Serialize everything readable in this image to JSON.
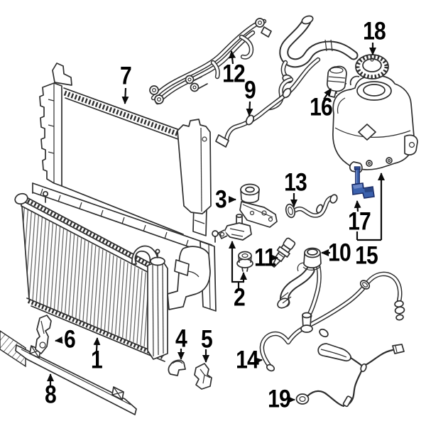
{
  "diagram": {
    "type": "exploded-parts-diagram",
    "subject": "Engine cooling system: radiator, coolant reservoir, hoses and sensors",
    "background_color": "#ffffff",
    "line_color": "#2e2e2e",
    "label_color": "#000000",
    "highlighted_part_color": "#3b61ad",
    "callouts": [
      {
        "num": "1",
        "part": "radiator-core",
        "arrow": "up"
      },
      {
        "num": "2",
        "part": "mount-and-grommet",
        "arrow": "up-double"
      },
      {
        "num": "3",
        "part": "mounting-bracket",
        "arrow": "right"
      },
      {
        "num": "4",
        "part": "lower-clip-left",
        "arrow": "down"
      },
      {
        "num": "5",
        "part": "lower-clip-right",
        "arrow": "down"
      },
      {
        "num": "6",
        "part": "side-bracket",
        "arrow": "left"
      },
      {
        "num": "7",
        "part": "radiator-assembly",
        "arrow": "down"
      },
      {
        "num": "8",
        "part": "lower-trim-strip",
        "arrow": "up"
      },
      {
        "num": "9",
        "part": "coolant-hose",
        "arrow": "down"
      },
      {
        "num": "10",
        "part": "upper-hose-assembly",
        "arrow": "left"
      },
      {
        "num": "11",
        "part": "temperature-sensor",
        "arrow": "right"
      },
      {
        "num": "12",
        "part": "pipe-harness",
        "arrow": "up"
      },
      {
        "num": "13",
        "part": "short-hose",
        "arrow": "down"
      },
      {
        "num": "14",
        "part": "hose-assembly-end",
        "arrow": "right"
      },
      {
        "num": "15",
        "part": "coolant-reservoir",
        "arrow": "up-bracket"
      },
      {
        "num": "16",
        "part": "reservoir-sensor",
        "arrow": "up-right"
      },
      {
        "num": "17",
        "part": "level-sensor-highlighted",
        "arrow": "up"
      },
      {
        "num": "18",
        "part": "reservoir-cap",
        "arrow": "down"
      },
      {
        "num": "19",
        "part": "overflow-hose-end",
        "arrow": "right"
      }
    ]
  }
}
